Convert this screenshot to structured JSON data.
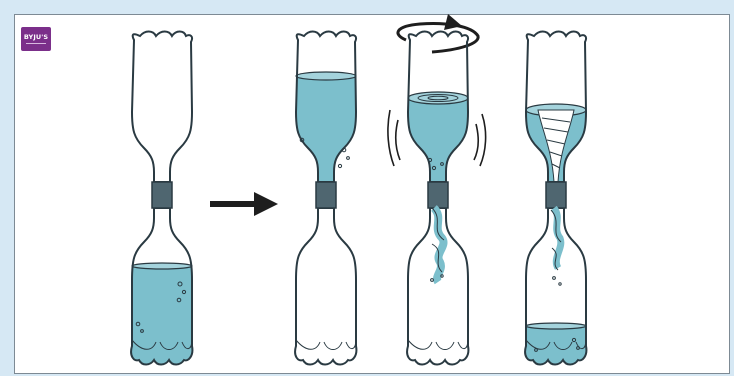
{
  "logo": {
    "text": "BYJU'S"
  },
  "colors": {
    "background": "#d6e8f4",
    "frame_border": "#7d8a94",
    "water": "#7cbfcc",
    "water_surface": "#a4d3dc",
    "outline": "#2a3a42",
    "connector_tape": "#4f6670",
    "logo": "#7b2f8a"
  },
  "icons": [
    "arrow-right-icon",
    "rotation-arrow-icon"
  ],
  "steps": [
    {
      "id": "step-1",
      "water_in": "bottom",
      "fill_fraction": 0.62,
      "state": "water in lower bottle"
    },
    {
      "id": "step-2",
      "water_in": "top",
      "fill_fraction": 0.7,
      "state": "bottles flipped"
    },
    {
      "id": "step-3",
      "water_in": "top",
      "fill_fraction": 0.58,
      "state": "swirled, vortex forming"
    },
    {
      "id": "step-4",
      "water_in": "both",
      "fill_fraction": 0.45,
      "state": "tornado draining"
    }
  ]
}
